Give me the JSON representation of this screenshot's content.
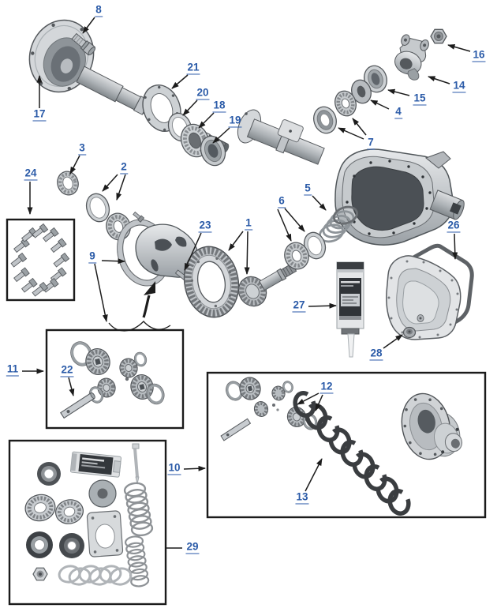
{
  "diagram": {
    "background": "#ffffff",
    "callout_color": "#2b5ba8",
    "arrow_color": "#1c1c1c",
    "callouts": [
      {
        "label": "1"
      },
      {
        "label": "2"
      },
      {
        "label": "3"
      },
      {
        "label": "4"
      },
      {
        "label": "5"
      },
      {
        "label": "6"
      },
      {
        "label": "7"
      },
      {
        "label": "8"
      },
      {
        "label": "9"
      },
      {
        "label": "10"
      },
      {
        "label": "11"
      },
      {
        "label": "12"
      },
      {
        "label": "13"
      },
      {
        "label": "14"
      },
      {
        "label": "15"
      },
      {
        "label": "16"
      },
      {
        "label": "17"
      },
      {
        "label": "18"
      },
      {
        "label": "19"
      },
      {
        "label": "20"
      },
      {
        "label": "21"
      },
      {
        "label": "22"
      },
      {
        "label": "23"
      },
      {
        "label": "24"
      },
      {
        "label": "26"
      },
      {
        "label": "27"
      },
      {
        "label": "28"
      },
      {
        "label": "29"
      }
    ]
  }
}
